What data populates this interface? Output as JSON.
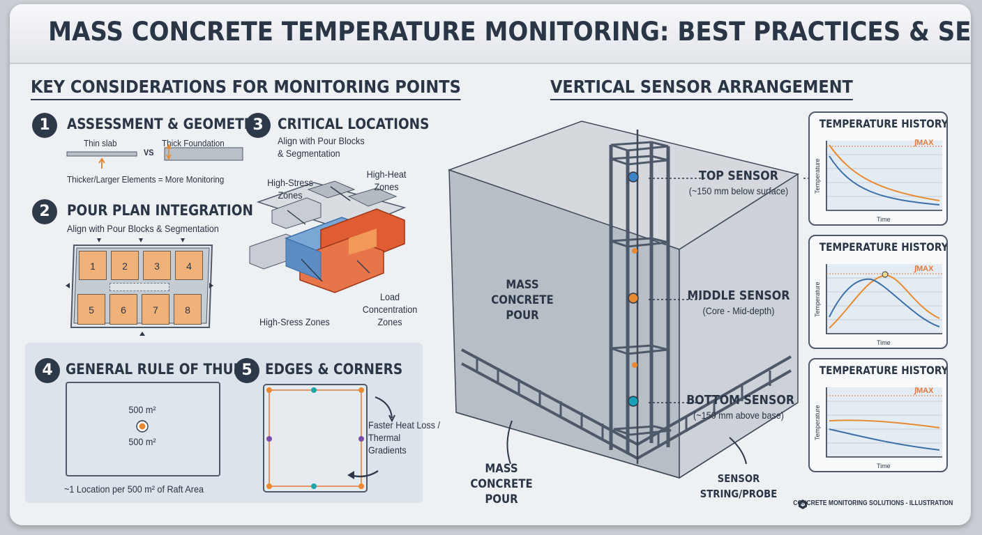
{
  "title": "MASS CONCRETE TEMPERATURE MONITORING: BEST PRACTICES & SENSOR PLACEMENT",
  "left_section": {
    "heading": "KEY CONSIDERATIONS FOR MONITORING POINTS",
    "items": [
      {
        "number": "1",
        "heading": "ASSESSMENT & GEOMETRY",
        "thin_label": "Thin slab",
        "vs_label": "VS",
        "thick_label": "Thick Foundation",
        "caption": "Thicker/Larger Elements = More Monitoring"
      },
      {
        "number": "2",
        "heading": "POUR PLAN INTEGRATION",
        "caption": "Align with Pour Blocks & Segmentation",
        "blocks": [
          "1",
          "2",
          "3",
          "4",
          "5",
          "6",
          "7",
          "8"
        ]
      },
      {
        "number": "3",
        "heading": "CRITICAL LOCATIONS",
        "caption_line1": "Align with Pour Blocks",
        "caption_line2": "& Segmentation",
        "labels": {
          "high_stress_line1": "High-Stress",
          "high_stress_line2": "Zones",
          "high_heat_line1": "High-Heat",
          "high_heat_line2": "Zones",
          "high_sress": "High-Sress Zones",
          "load_line1": "Load",
          "load_line2": "Concentration",
          "load_line3": "Zones"
        }
      },
      {
        "number": "4",
        "heading": "GENERAL RULE OF THUMB",
        "area_top": "500 m²",
        "area_bottom": "500 m²",
        "caption": "~1 Location per 500 m² of Raft Area"
      },
      {
        "number": "5",
        "heading": "EDGES & CORNERS",
        "caption_line1": "Faster Heat Loss /",
        "caption_line2": "Thermal",
        "caption_line3": "Gradients"
      }
    ]
  },
  "right_section": {
    "heading": "VERTICAL SENSOR ARRANGEMENT",
    "block_label_line1": "MASS",
    "block_label_line2": "CONCRETE",
    "block_label_line3": "POUR",
    "bottom_label_line1": "MASS CONCRETE",
    "bottom_label_line2": "POUR",
    "probe_label": "SENSOR STRING/PROBE",
    "sensors": [
      {
        "name": "TOP SENSOR",
        "detail": "(~150 mm below surface)",
        "color": "#3c84c4"
      },
      {
        "name": "MIDDLE SENSOR",
        "detail": "(Core - Mid-depth)",
        "color": "#e8892f"
      },
      {
        "name": "BOTTOM SENSOR",
        "detail": "(~150 mm above base)",
        "color": "#1a9fb8"
      }
    ],
    "graphs": [
      {
        "title": "TEMPERATURE HISTORY",
        "max_label": "∫MAX",
        "ylabel": "Temperature",
        "xlabel": "Time"
      },
      {
        "title": "TEMPERATURE HISTORY",
        "max_label": "∫MAX",
        "ylabel": "Temperature",
        "xlabel": "Time"
      },
      {
        "title": "TEMPERATURE HISTORY",
        "max_label": "∫MAX",
        "ylabel": "Temperature",
        "xlabel": "Time"
      }
    ]
  },
  "footer": "CONCRETE MONITORING SOLUTIONS - ILLUSTRATION",
  "colors": {
    "navy": "#2d3848",
    "concrete": "#b9c0c8",
    "orange": "#e8892f",
    "blue": "#3c6fa8",
    "hot": "#d9532b"
  }
}
